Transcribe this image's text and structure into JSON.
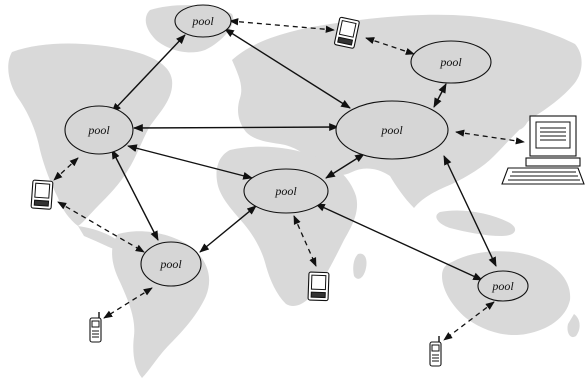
{
  "diagram": {
    "node_label": "pool",
    "colors": {
      "map_land": "#d9d9d9",
      "node_fill": "#d6d6d6",
      "stroke": "#111111",
      "background": "#ffffff"
    },
    "nodes": [
      {
        "id": "north-pool",
        "label": "pool"
      },
      {
        "id": "asia-pool",
        "label": "pool"
      },
      {
        "id": "na-pool",
        "label": "pool"
      },
      {
        "id": "eurasia-pool",
        "label": "pool"
      },
      {
        "id": "africa-pool",
        "label": "pool"
      },
      {
        "id": "sa-pool",
        "label": "pool"
      },
      {
        "id": "aus-pool",
        "label": "pool"
      }
    ],
    "devices": [
      {
        "id": "pda-north",
        "type": "pda-icon"
      },
      {
        "id": "computer",
        "type": "computer-icon"
      },
      {
        "id": "pda-west",
        "type": "pda-icon"
      },
      {
        "id": "pda-africa",
        "type": "pda-icon"
      },
      {
        "id": "phone-sa",
        "type": "cellphone-icon"
      },
      {
        "id": "phone-aus",
        "type": "cellphone-icon"
      }
    ],
    "links": [
      {
        "from": "north-pool",
        "to": "na-pool",
        "style": "solid"
      },
      {
        "from": "north-pool",
        "to": "eurasia-pool",
        "style": "solid"
      },
      {
        "from": "na-pool",
        "to": "eurasia-pool",
        "style": "solid"
      },
      {
        "from": "na-pool",
        "to": "africa-pool",
        "style": "solid"
      },
      {
        "from": "na-pool",
        "to": "sa-pool",
        "style": "solid"
      },
      {
        "from": "africa-pool",
        "to": "sa-pool",
        "style": "solid"
      },
      {
        "from": "africa-pool",
        "to": "eurasia-pool",
        "style": "solid"
      },
      {
        "from": "africa-pool",
        "to": "aus-pool",
        "style": "solid"
      },
      {
        "from": "eurasia-pool",
        "to": "asia-pool",
        "style": "solid"
      },
      {
        "from": "eurasia-pool",
        "to": "aus-pool",
        "style": "solid"
      },
      {
        "from": "north-pool",
        "to": "pda-north",
        "style": "dashed"
      },
      {
        "from": "pda-north",
        "to": "asia-pool",
        "style": "dashed"
      },
      {
        "from": "eurasia-pool",
        "to": "computer",
        "style": "dashed"
      },
      {
        "from": "na-pool",
        "to": "pda-west",
        "style": "dashed"
      },
      {
        "from": "pda-west",
        "to": "sa-pool",
        "style": "dashed"
      },
      {
        "from": "africa-pool",
        "to": "pda-africa",
        "style": "dashed"
      },
      {
        "from": "sa-pool",
        "to": "phone-sa",
        "style": "dashed"
      },
      {
        "from": "aus-pool",
        "to": "phone-aus",
        "style": "dashed"
      }
    ]
  }
}
